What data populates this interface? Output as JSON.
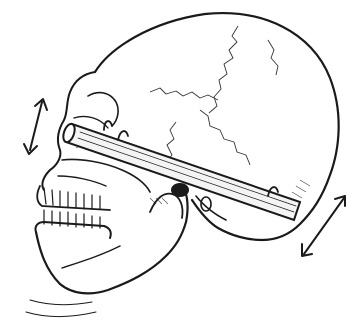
{
  "figure": {
    "subject": "skull-lateral-view",
    "elements": [
      {
        "name": "cranium"
      },
      {
        "name": "mandible"
      },
      {
        "name": "cylindrical-bar"
      },
      {
        "name": "bar-pin-front"
      },
      {
        "name": "bar-pin-middle"
      },
      {
        "name": "bar-pin-rear"
      },
      {
        "name": "motion-arrow-front"
      },
      {
        "name": "motion-arrow-rear"
      }
    ],
    "colors": {
      "ink": "#1a1a1a",
      "paper": "#ffffff",
      "bar_fill": "#f4f4f4"
    }
  }
}
